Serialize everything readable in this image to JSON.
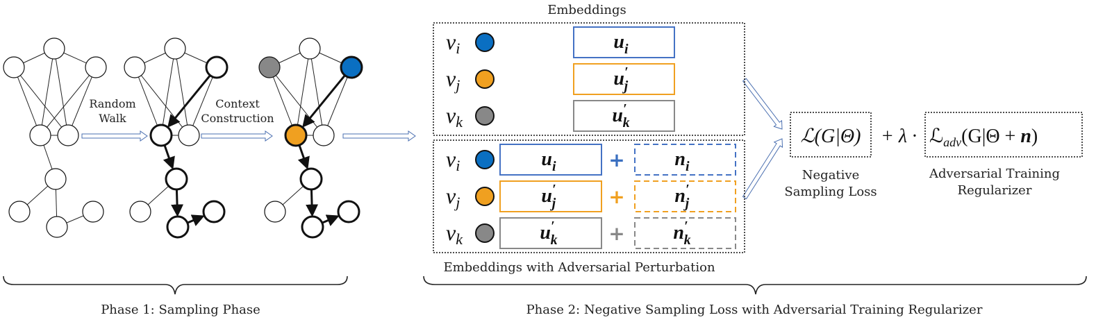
{
  "phase1": {
    "label": "Phase 1: Sampling Phase",
    "arrow1_label": [
      "Random",
      "Walk"
    ],
    "arrow2_label": [
      "Context",
      "Construction"
    ]
  },
  "phase2": {
    "label": "Phase 2: Negative Sampling Loss with Adversarial Training Regularizer",
    "embeddings_title": "Embeddings",
    "perturbed_title": "Embeddings with Adversarial Perturbation",
    "nodes": [
      {
        "v": "v",
        "sub": "i",
        "u": "u",
        "usub": "i",
        "prime": false,
        "color": "#0a6fc2",
        "box": "#4472c4",
        "plus": "#3a6fc0"
      },
      {
        "v": "v",
        "sub": "j",
        "u": "u",
        "usub": "j",
        "prime": true,
        "color": "#f0a020",
        "box": "#f0a020",
        "plus": "#f0a020"
      },
      {
        "v": "v",
        "sub": "k",
        "u": "u",
        "usub": "k",
        "prime": true,
        "color": "#888888",
        "box": "#888888",
        "plus": "#888888"
      }
    ],
    "plus": "+",
    "noise_symbol": "n"
  },
  "formula": {
    "loss_term": "ℒ(G|Θ)",
    "mid_operator": "+ λ ·",
    "adv_main": "ℒ",
    "adv_sub": "adv",
    "adv_args": "(G|Θ + ",
    "adv_n": "n",
    "adv_close": ")",
    "loss_caption": [
      "Negative",
      "Sampling Loss"
    ],
    "adv_caption": [
      "Adversarial Training",
      "Regularizer"
    ]
  },
  "colors": {
    "blue": "#0a6fc2",
    "orange": "#f0a020",
    "gray": "#888888",
    "arrow": "#4a6fb0"
  }
}
